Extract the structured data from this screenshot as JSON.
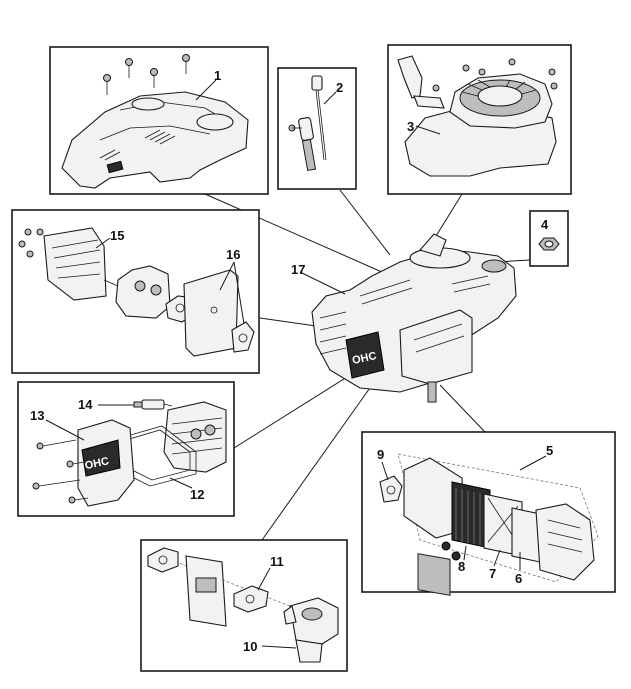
{
  "labels": {
    "p1": "1",
    "p2": "2",
    "p3": "3",
    "p4": "4",
    "p5": "5",
    "p6": "6",
    "p7": "7",
    "p8": "8",
    "p9": "9",
    "p10": "10",
    "p11": "11",
    "p12": "12",
    "p13": "13",
    "p14": "14",
    "p15": "15",
    "p16": "16",
    "p17": "17"
  },
  "markings": {
    "engine_logo": "OHC",
    "cover_logo": "OHC"
  }
}
